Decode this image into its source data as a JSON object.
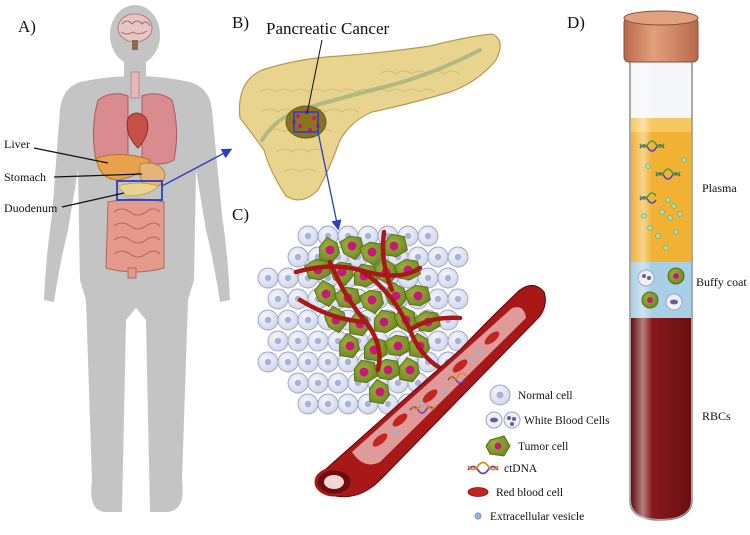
{
  "panels": {
    "a": "A)",
    "b": "B)",
    "c": "C)",
    "d": "D)"
  },
  "body_labels": {
    "liver": "Liver",
    "stomach": "Stomach",
    "duodenum": "Duodenum"
  },
  "pancreas": {
    "title": "Pancreatic Cancer"
  },
  "legend": [
    {
      "icon": "normal-cell-icon",
      "label": "Normal cell"
    },
    {
      "icon": "white-blood-cells-icon",
      "label": "White Blood Cells"
    },
    {
      "icon": "tumor-cell-icon",
      "label": "Tumor cell"
    },
    {
      "icon": "ctdna-icon",
      "label": "ctDNA"
    },
    {
      "icon": "red-blood-cell-icon",
      "label": "Red blood cell"
    },
    {
      "icon": "extracellular-vesicle-icon",
      "label": "Extracellular vesicle"
    }
  ],
  "tube": {
    "plasma": "Plasma",
    "buffy_coat": "Buffy coat",
    "rbcs": "RBCs"
  },
  "colors": {
    "body": "#c4c4c4",
    "pancreas": "#e8d48f",
    "tumor": "#7e9a2c",
    "tumor_nucleus": "#c8187a",
    "vessel": "#a81818",
    "normal_cell": "#e4e8f4",
    "plasma": "#f2b234",
    "buffy": "#a9cfe6",
    "rbc_layer": "#7c1216",
    "cap": "#d48663",
    "highlight_box": "#2b3fc4"
  }
}
